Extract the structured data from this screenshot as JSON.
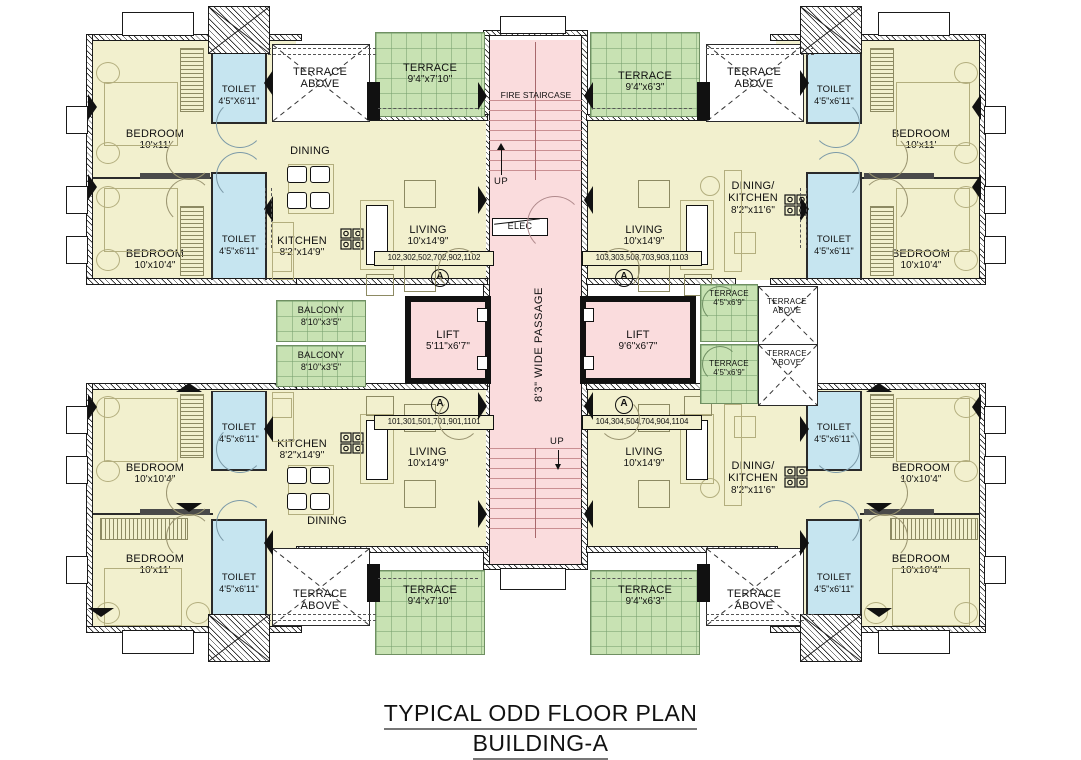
{
  "title": {
    "line1": "TYPICAL ODD FLOOR PLAN",
    "line2": "BUILDING-A"
  },
  "core": {
    "fire_staircase": "FIRE STAIRCASE",
    "passage": "8'3\" WIDE PASSAGE",
    "elec": "ELEC",
    "up_upper": "UP",
    "up_lower": "UP",
    "lift_left": {
      "name": "LIFT",
      "dim": "5'11\"x6'7\""
    },
    "lift_right": {
      "name": "LIFT",
      "dim": "9'6\"x6'7\""
    }
  },
  "units": {
    "top_left": {
      "numbers": "102,302,502,702,902,1102",
      "marker": "A"
    },
    "top_right": {
      "numbers": "103,303,503,703,903,1103",
      "marker": "A"
    },
    "bottom_left": {
      "numbers": "101,301,501,701,901,1101",
      "marker": "A"
    },
    "bottom_right": {
      "numbers": "104,304,504,704,904,1104",
      "marker": "A"
    }
  },
  "rooms": {
    "tl_bedroom_1": {
      "name": "BEDROOM",
      "dim": "10'x11'"
    },
    "tl_bedroom_2": {
      "name": "BEDROOM",
      "dim": "10'x10'4\""
    },
    "tl_toilet_1": {
      "name": "TOILET",
      "dim": "4'5\"X6'11\""
    },
    "tl_toilet_2": {
      "name": "TOILET",
      "dim": "4'5\"x6'11\""
    },
    "tl_kitchen": {
      "name": "KITCHEN",
      "dim": "8'2\"x14'9\""
    },
    "tl_dining": {
      "name": "DINING",
      "dim": ""
    },
    "tl_living": {
      "name": "LIVING",
      "dim": "10'x14'9\""
    },
    "tr_bedroom_1": {
      "name": "BEDROOM",
      "dim": "10'x11'"
    },
    "tr_bedroom_2": {
      "name": "BEDROOM",
      "dim": "10'x10'4\""
    },
    "tr_toilet_1": {
      "name": "TOILET",
      "dim": "4'5\"x6'11\""
    },
    "tr_toilet_2": {
      "name": "TOILET",
      "dim": "4'5\"x6'11\""
    },
    "tr_dinkitchen": {
      "name": "DINING/",
      "name2": "KITCHEN",
      "dim": "8'2\"x11'6\""
    },
    "tr_living": {
      "name": "LIVING",
      "dim": "10'x14'9\""
    },
    "bl_bedroom_1": {
      "name": "BEDROOM",
      "dim": "10'x10'4\""
    },
    "bl_bedroom_2": {
      "name": "BEDROOM",
      "dim": "10'x11'"
    },
    "bl_toilet_1": {
      "name": "TOILET",
      "dim": "4'5\"x6'11\""
    },
    "bl_toilet_2": {
      "name": "TOILET",
      "dim": "4'5\"x6'11\""
    },
    "bl_kitchen": {
      "name": "KITCHEN",
      "dim": "8'2\"x14'9\""
    },
    "bl_dining": {
      "name": "DINING",
      "dim": ""
    },
    "bl_living": {
      "name": "LIVING",
      "dim": "10'x14'9\""
    },
    "br_bedroom_1": {
      "name": "BEDROOM",
      "dim": "10'x10'4\""
    },
    "br_bedroom_2": {
      "name": "BEDROOM",
      "dim": "10'x10'4\""
    },
    "br_toilet_1": {
      "name": "TOILET",
      "dim": "4'5\"x6'11\""
    },
    "br_toilet_2": {
      "name": "TOILET",
      "dim": "4'5\"x6'11\""
    },
    "br_dinkitchen": {
      "name": "DINING/",
      "name2": "KITCHEN",
      "dim": "8'2\"x11'6\""
    },
    "br_living": {
      "name": "LIVING",
      "dim": "10'x14'9\""
    }
  },
  "terraces": {
    "top_left": {
      "name": "TERRACE",
      "dim": "9'4\"x7'10\""
    },
    "top_right": {
      "name": "TERRACE",
      "dim": "9'4\"x6'3\""
    },
    "bottom_left": {
      "name": "TERRACE",
      "dim": "9'4\"x7'10\""
    },
    "bottom_right": {
      "name": "TERRACE",
      "dim": "9'4\"x6'3\""
    },
    "mid_right_1": {
      "name": "TERRACE",
      "dim": "4'5\"x6'9\""
    },
    "mid_right_2": {
      "name": "TERRACE",
      "dim": "4'5\"x6'9\""
    },
    "above_tl": {
      "name": "TERRACE",
      "name2": "ABOVE"
    },
    "above_tr": {
      "name": "TERRACE",
      "name2": "ABOVE"
    },
    "above_bl": {
      "name": "TERRACE",
      "name2": "ABOVE"
    },
    "above_br": {
      "name": "TERRACE",
      "name2": "ABOVE"
    },
    "above_mr1": {
      "name": "TERRACE",
      "name2": "ABOVE"
    },
    "above_mr2": {
      "name": "TERRACE",
      "name2": "ABOVE"
    }
  },
  "balconies": {
    "upper": {
      "name": "BALCONY",
      "dim": "8'10\"x3'5\""
    },
    "lower": {
      "name": "BALCONY",
      "dim": "8'10\"x3'5\""
    }
  },
  "colors": {
    "room": "#f2f0ce",
    "toilet": "#c6e5f0",
    "terrace": "#c8e2b3",
    "lift": "#fadcdd",
    "wall": "#111111"
  }
}
